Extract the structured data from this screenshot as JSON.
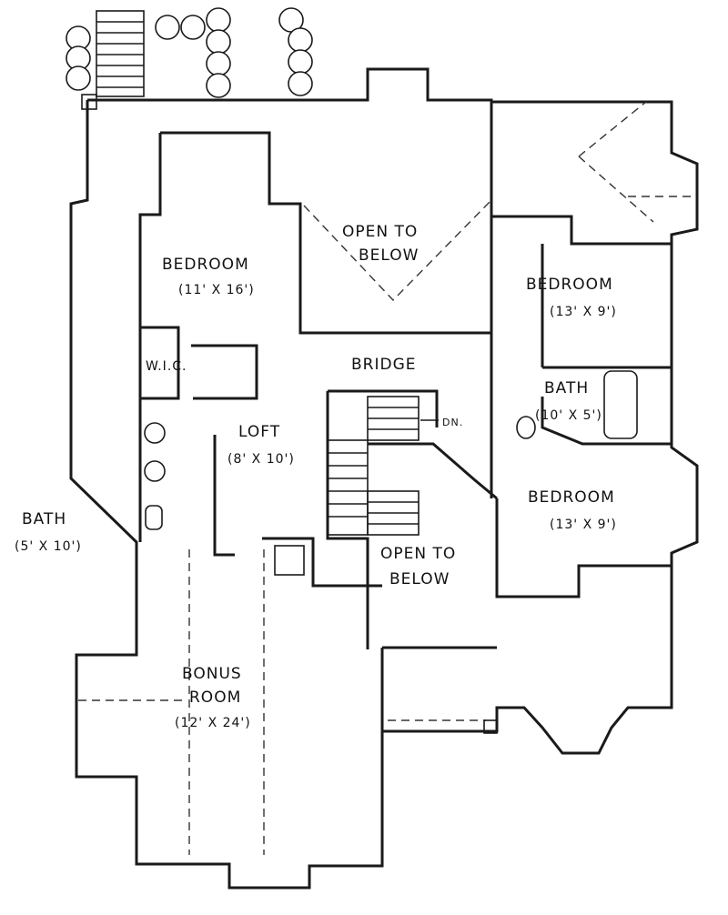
{
  "rooms": {
    "bedroom_nw": {
      "name": "BEDROOM",
      "size": "(11' X 16')"
    },
    "open_top": {
      "line1": "OPEN TO",
      "line2": "BELOW"
    },
    "bedroom_ne": {
      "name": "BEDROOM",
      "size": "(13' X 9')"
    },
    "bridge": {
      "name": "BRIDGE"
    },
    "wic": {
      "name": "W.I.C."
    },
    "bath_east": {
      "name": "BATH",
      "size": "(10' X 5')"
    },
    "dn": {
      "name": "DN."
    },
    "loft": {
      "name": "LOFT",
      "size": "(8' X 10')"
    },
    "bedroom_e": {
      "name": "BEDROOM",
      "size": "(13' X 9')"
    },
    "bath_west": {
      "name": "BATH",
      "size": "(5' X 10')"
    },
    "open_mid": {
      "line1": "OPEN TO",
      "line2": "BELOW"
    },
    "bonus": {
      "line1": "BONUS",
      "line2": "ROOM",
      "size": "(12' X 24')"
    }
  },
  "colors": {
    "ink": "#1a1a1a",
    "paper": "#ffffff"
  }
}
